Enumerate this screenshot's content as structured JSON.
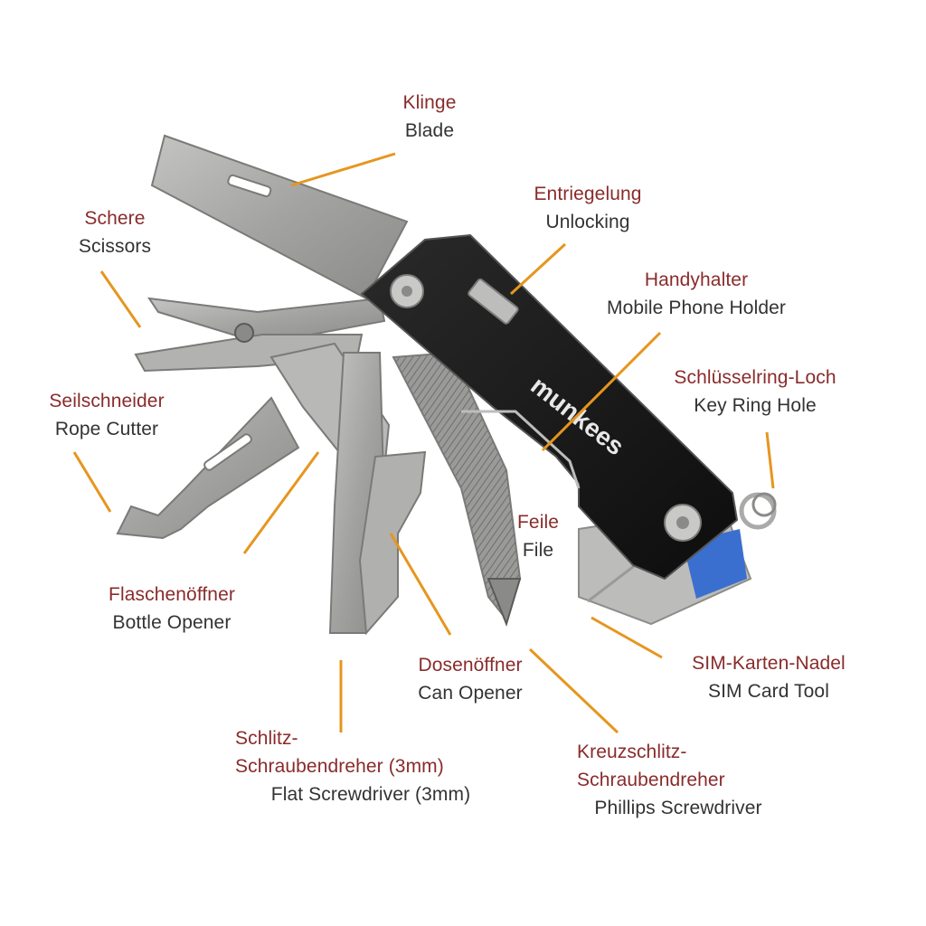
{
  "brand": "munkees",
  "colors": {
    "german": "#8a2b2b",
    "english": "#333333",
    "leader": "#e6961e",
    "body": "#1a1a1a",
    "steel": "#a9a9a7",
    "steel_dark": "#7e7e7c",
    "accent_blue": "#3b6fcf"
  },
  "labels": [
    {
      "id": "blade",
      "de": [
        "Klinge"
      ],
      "en": [
        "Blade"
      ]
    },
    {
      "id": "scissors",
      "de": [
        "Schere"
      ],
      "en": [
        "Scissors"
      ]
    },
    {
      "id": "unlocking",
      "de": [
        "Entriegelung"
      ],
      "en": [
        "Unlocking"
      ]
    },
    {
      "id": "phone-holder",
      "de": [
        "Handyhalter"
      ],
      "en": [
        "Mobile Phone Holder"
      ]
    },
    {
      "id": "key-ring-hole",
      "de": [
        "Schlüsselring-Loch"
      ],
      "en": [
        "Key Ring Hole"
      ]
    },
    {
      "id": "rope-cutter",
      "de": [
        "Seilschneider"
      ],
      "en": [
        "Rope Cutter"
      ]
    },
    {
      "id": "file",
      "de": [
        "Feile"
      ],
      "en": [
        "File"
      ]
    },
    {
      "id": "bottle-opener",
      "de": [
        "Flaschenöffner"
      ],
      "en": [
        "Bottle Opener"
      ]
    },
    {
      "id": "can-opener",
      "de": [
        "Dosenöffner"
      ],
      "en": [
        "Can Opener"
      ]
    },
    {
      "id": "sim-tool",
      "de": [
        "SIM-Karten-Nadel"
      ],
      "en": [
        "SIM Card Tool"
      ]
    },
    {
      "id": "flat-screwdriver",
      "de": [
        "Schlitz-",
        "Schraubendreher (3mm)"
      ],
      "en": [
        "Flat Screwdriver (3mm)"
      ]
    },
    {
      "id": "phillips-screwdriver",
      "de": [
        "Kreuzschlitz-",
        "Schraubendreher"
      ],
      "en": [
        "Phillips Screwdriver"
      ]
    }
  ]
}
